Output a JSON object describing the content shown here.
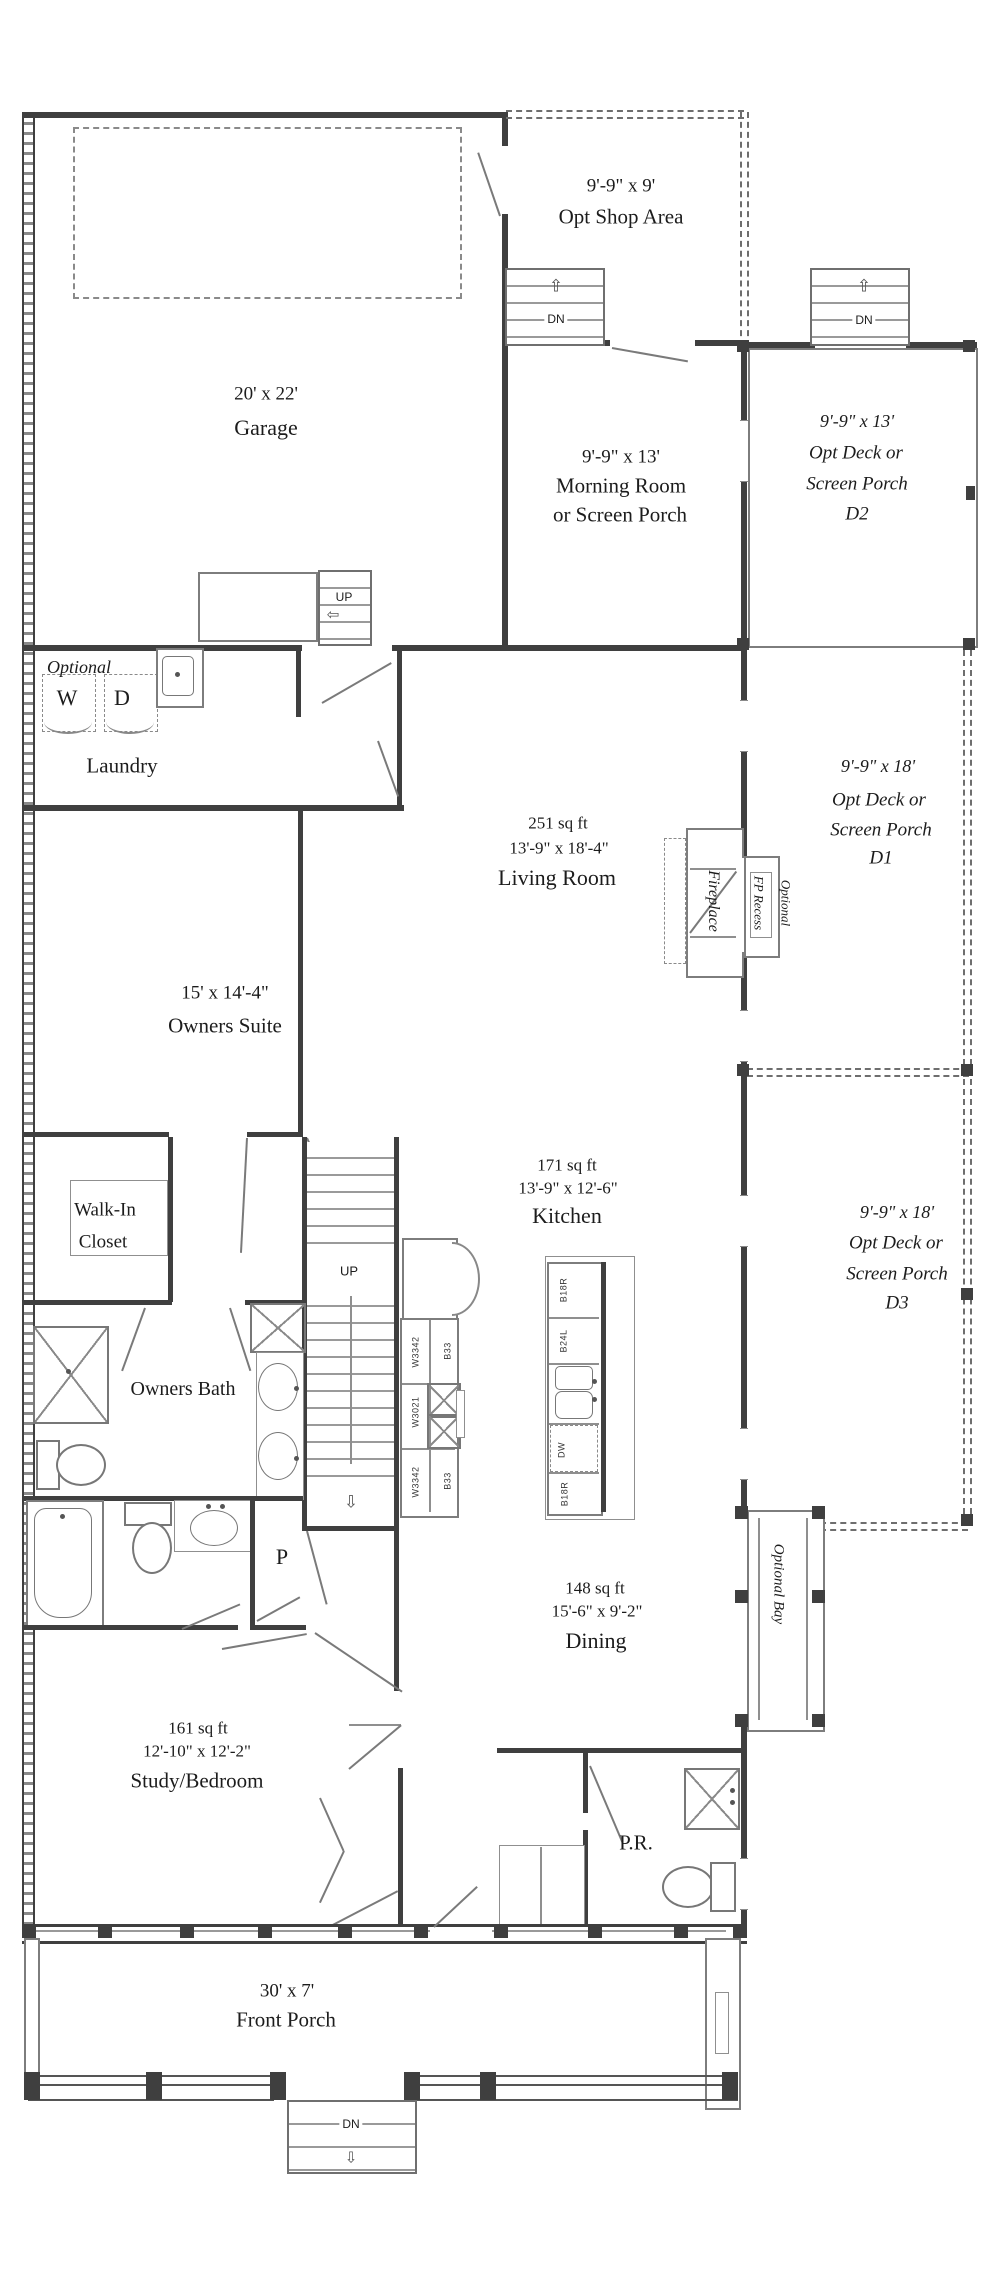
{
  "rooms": {
    "garage": {
      "dims": "20' x 22'",
      "name": "Garage"
    },
    "opt_shop": {
      "dims": "9'-9\" x 9'",
      "name": "Opt Shop Area"
    },
    "morning_room": {
      "dims": "9'-9\" x 13'",
      "name_line1": "Morning Room",
      "name_line2": "or Screen Porch"
    },
    "deck_d2": {
      "dims": "9'-9\" x 13'",
      "line1": "Opt Deck or",
      "line2": "Screen Porch",
      "label": "D2"
    },
    "deck_d1": {
      "dims": "9'-9\" x 18'",
      "line1": "Opt Deck or",
      "line2": "Screen Porch",
      "label": "D1"
    },
    "deck_d3": {
      "dims": "9'-9\" x 18'",
      "line1": "Opt Deck or",
      "line2": "Screen Porch",
      "label": "D3"
    },
    "laundry": {
      "name": "Laundry",
      "optional_label": "Optional",
      "washer": "W",
      "dryer": "D"
    },
    "living_room": {
      "sqft": "251 sq ft",
      "dims": "13'-9\" x 18'-4\"",
      "name": "Living Room"
    },
    "owners_suite": {
      "dims": "15' x 14'-4\"",
      "name": "Owners Suite"
    },
    "walk_in_closet": {
      "name_line1": "Walk-In",
      "name_line2": "Closet"
    },
    "kitchen": {
      "sqft": "171 sq ft",
      "dims": "13'-9\" x 12'-6\"",
      "name": "Kitchen"
    },
    "owners_bath": {
      "name": "Owners Bath"
    },
    "pantry": {
      "name": "P"
    },
    "dining": {
      "sqft": "148 sq ft",
      "dims": "15'-6\" x 9'-2\"",
      "name": "Dining"
    },
    "study_bedroom": {
      "sqft": "161 sq ft",
      "dims": "12'-10\" x 12'-2\"",
      "name": "Study/Bedroom"
    },
    "powder_room": {
      "name": "P.R."
    },
    "front_porch": {
      "dims": "30' x 7'",
      "name": "Front Porch"
    }
  },
  "features": {
    "fireplace": "Fireplace",
    "fp_recess": "FP Recess",
    "fp_optional": "Optional",
    "optional_bay": "Optional Bay"
  },
  "stairs": {
    "up": "UP",
    "down": "DN"
  },
  "cabinets": {
    "w3342": "W3342",
    "b33": "B33",
    "w3021": "W3021",
    "b18r": "B18R",
    "b24l": "B24L",
    "dishwasher": "DW"
  },
  "icons": {
    "arrow_up": "⇧",
    "arrow_down": "⇩",
    "arrow_left": "⇦"
  },
  "colors": {
    "ink": "#1c1c1c",
    "wall": "#3f3f3f",
    "fixture_line": "#7d7d7d"
  }
}
